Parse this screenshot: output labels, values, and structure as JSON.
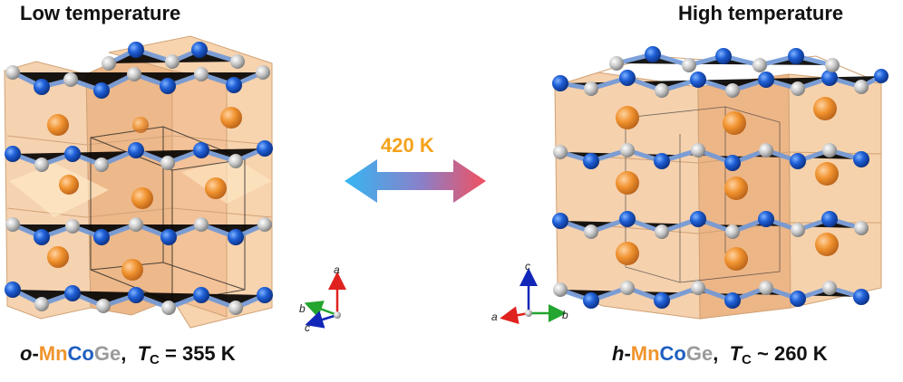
{
  "left_panel": {
    "title": "Low temperature",
    "formula": {
      "prefix": "o",
      "sep": "-",
      "mn": "Mn",
      "co": "Co",
      "ge": "Ge",
      "comma": ",",
      "tc_symbol": "T",
      "tc_sub": "C",
      "relation": " = 355 K"
    },
    "axes": {
      "a": "a",
      "b": "b",
      "c": "c"
    }
  },
  "right_panel": {
    "title": "High temperature",
    "formula": {
      "prefix": "h",
      "sep": "-",
      "mn": "Mn",
      "co": "Co",
      "ge": "Ge",
      "comma": ",",
      "tc_symbol": "T",
      "tc_sub": "C",
      "relation": " ~ 260 K"
    },
    "axes": {
      "a": "a",
      "b": "b",
      "c": "c"
    }
  },
  "transition": {
    "label": "420 K",
    "arrow_from_color": "#35b6f2",
    "arrow_to_color": "#f2505e"
  },
  "colors": {
    "mn": "#f0942e",
    "co": "#1f5fbf",
    "ge": "#9a9a9a",
    "polyhedron": "#f2b27a"
  }
}
